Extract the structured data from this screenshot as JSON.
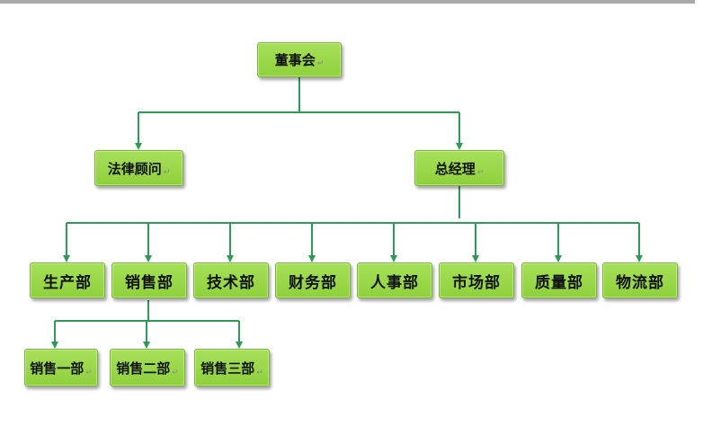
{
  "diagram": {
    "board": "董事会",
    "legal": "法律顾问",
    "gm": "总经理",
    "departments": [
      "生产部",
      "销售部",
      "技术部",
      "财务部",
      "人事部",
      "市场部",
      "质量部",
      "物流部"
    ],
    "sales_units": [
      "销售一部",
      "销售二部",
      "销售三部"
    ],
    "return_mark": "↵"
  },
  "colors": {
    "box_fill": "#99d847",
    "box_border": "#7ab23a",
    "connector": "#2e9a56",
    "top_bar": "#a9a9a9"
  }
}
